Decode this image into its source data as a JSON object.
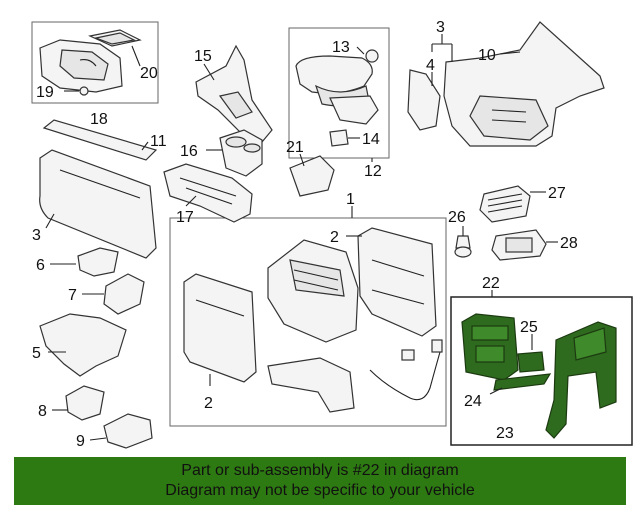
{
  "callouts": {
    "n1": "1",
    "n2a": "2",
    "n2b": "2",
    "n3a": "3",
    "n3b": "3",
    "n4": "4",
    "n5": "5",
    "n6": "6",
    "n7": "7",
    "n8": "8",
    "n9": "9",
    "n10": "10",
    "n11": "11",
    "n12": "12",
    "n13": "13",
    "n14": "14",
    "n15": "15",
    "n16": "16",
    "n17": "17",
    "n18": "18",
    "n19": "19",
    "n20": "20",
    "n21": "21",
    "n22": "22",
    "n23": "23",
    "n24": "24",
    "n25": "25",
    "n26": "26",
    "n27": "27",
    "n28": "28"
  },
  "highlight": {
    "part_number": "22",
    "color": "#2f6b1f"
  },
  "banner": {
    "line1": "Part or sub-assembly is #22 in diagram",
    "line2": "Diagram may not be specific to your vehicle",
    "background": "#2e7a12"
  }
}
